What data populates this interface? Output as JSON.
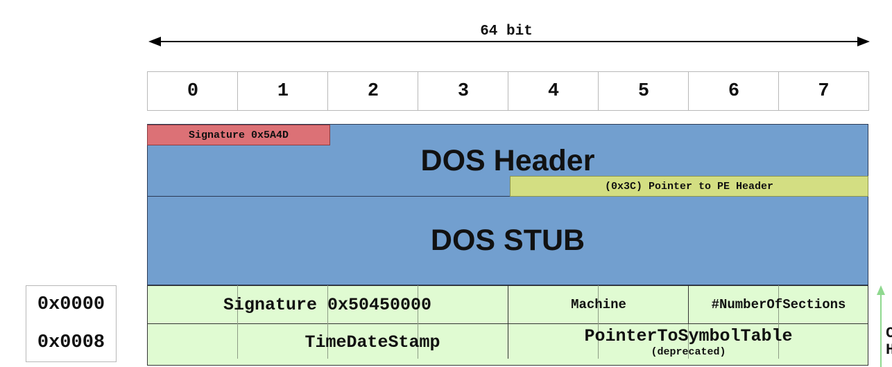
{
  "width_label": "64 bit",
  "columns": [
    "0",
    "1",
    "2",
    "3",
    "4",
    "5",
    "6",
    "7"
  ],
  "dos_header": {
    "title": "DOS Header",
    "signature": "Signature 0x5A4D",
    "pe_pointer": "(0x3C) Pointer to PE Header"
  },
  "dos_stub": {
    "title": "DOS STUB"
  },
  "pe_header": {
    "rows": [
      {
        "offset": "0x0000",
        "fields": [
          "Signature 0x50450000",
          "Machine",
          "#NumberOfSections"
        ]
      },
      {
        "offset": "0x0008",
        "fields": [
          "TimeDateStamp",
          "PointerToSymbolTable"
        ],
        "note": "(deprecated)"
      }
    ]
  },
  "edge_text": [
    "C",
    "H"
  ],
  "colors": {
    "dos_blue": "#729fcf",
    "signature_red": "#dc7176",
    "pointer_yellow": "#d3de82",
    "pe_green": "#e0fbd2",
    "arrow_green": "#8fd88f"
  }
}
